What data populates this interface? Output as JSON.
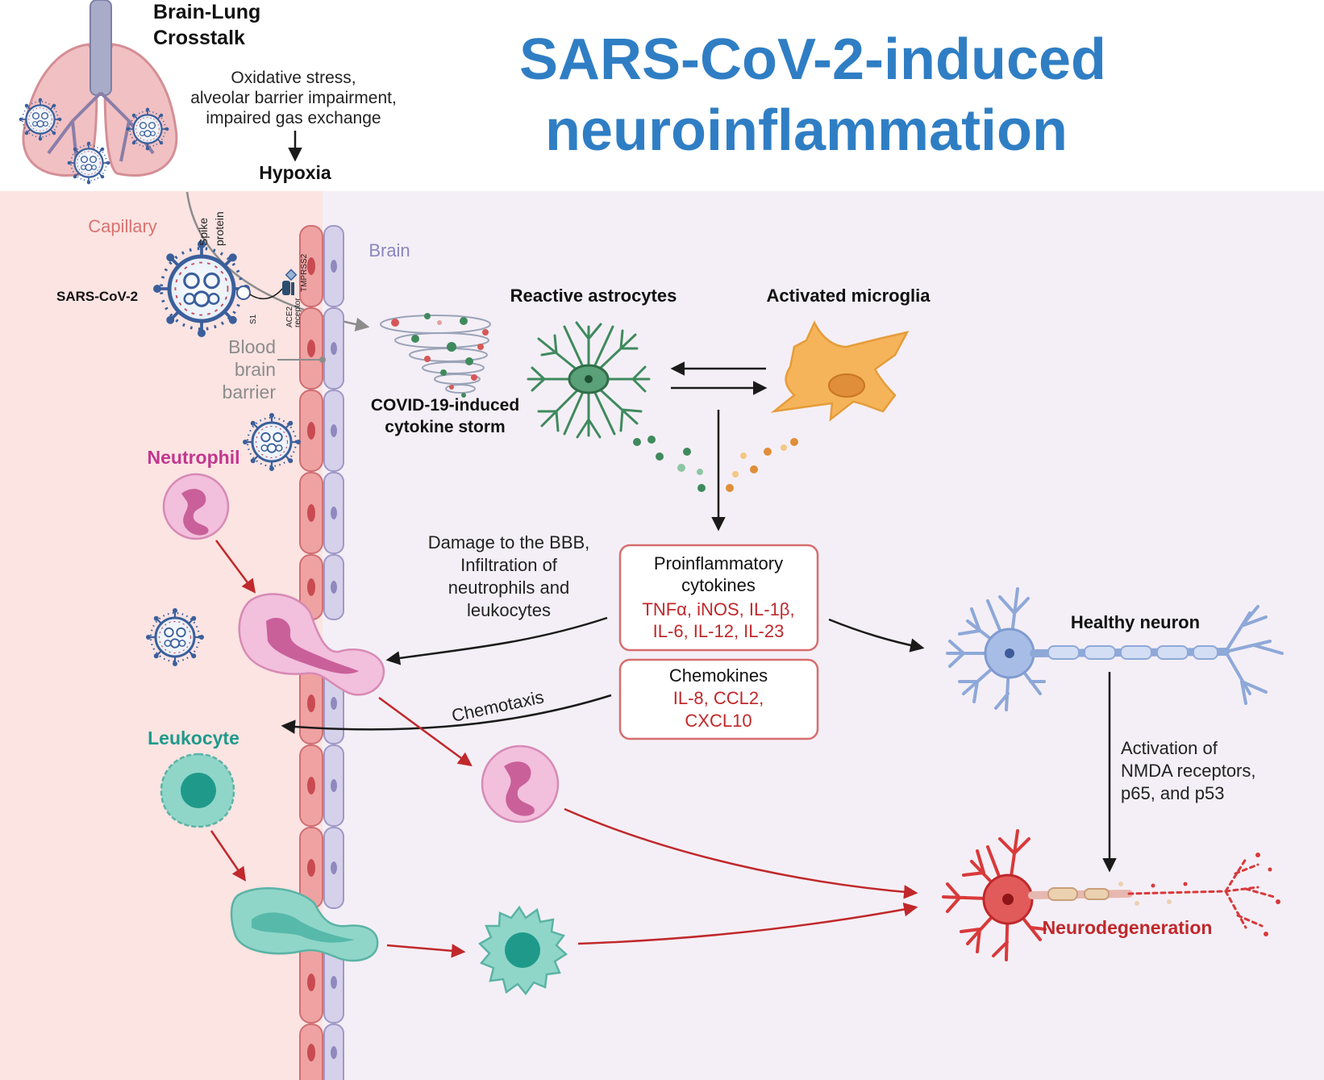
{
  "title": {
    "line1": "SARS-CoV-2-induced",
    "line2": "neuroinflammation",
    "color": "#2f7ec4"
  },
  "lung": {
    "heading_line1": "Brain-Lung",
    "heading_line2": "Crosstalk",
    "desc_line1": "Oxidative stress,",
    "desc_line2": "alveolar barrier impairment,",
    "desc_line3": "impaired gas exchange",
    "result": "Hypoxia"
  },
  "regions": {
    "capillary": "Capillary",
    "brain": "Brain",
    "capillary_color": "#fbe4e2",
    "brain_color": "#f4eff6"
  },
  "virus": {
    "name": "SARS-CoV-2",
    "spike_line1": "Spike",
    "spike_line2": "protein",
    "s1": "S1",
    "ace2_line1": "ACE2",
    "ace2_line2": "receptor",
    "tmprss2": "TMPRSS2"
  },
  "bbb": {
    "line1": "Blood",
    "line2": "brain",
    "line3": "barrier"
  },
  "storm": {
    "line1": "COVID-19-induced",
    "line2": "cytokine storm"
  },
  "glia": {
    "astrocytes": "Reactive astrocytes",
    "microglia": "Activated microglia"
  },
  "cells": {
    "neutrophil": "Neutrophil",
    "leukocyte": "Leukocyte",
    "healthy_neuron": "Healthy neuron",
    "neurodegeneration": "Neurodegeneration"
  },
  "proinflammatory": {
    "line1": "Proinflammatory",
    "line2": "cytokines",
    "list1": "TNFα, iNOS, IL-1β,",
    "list2": "IL-6, IL-12, IL-23"
  },
  "chemokines": {
    "line1": "Chemokines",
    "list1": "IL-8, CCL2,",
    "list2": "CXCL10"
  },
  "damage": {
    "line1": "Damage to the BBB,",
    "line2": "Infiltration of",
    "line3": "neutrophils and",
    "line4": "leukocytes"
  },
  "chemotaxis": "Chemotaxis",
  "nmda": {
    "line1": "Activation of",
    "line2": "NMDA receptors,",
    "line3": "p65, and p53"
  },
  "colors": {
    "red_text": "#c0282b",
    "neutrophil_label": "#c2378f",
    "leukocyte_label": "#1f9a8a",
    "capillary_label": "#d9736f",
    "brain_label": "#8a86bd",
    "astrocyte": "#3f8a5d",
    "microglia": "#f3b45a",
    "neuron_healthy": "#8ea8d8",
    "neuron_damaged": "#d9393b"
  }
}
